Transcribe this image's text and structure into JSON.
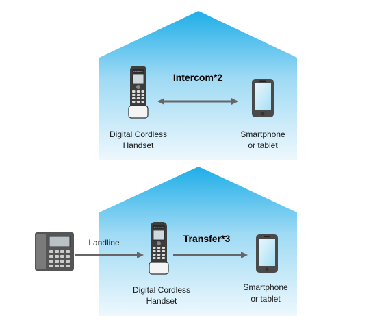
{
  "top_panel": {
    "title": "Intercom*2",
    "handset_label_line1": "Digital Cordless",
    "handset_label_line2": "Handset",
    "device_label_line1": "Smartphone",
    "device_label_line2": "or tablet"
  },
  "bottom_panel": {
    "title": "Transfer*3",
    "landline_label": "Landline",
    "handset_label_line1": "Digital Cordless",
    "handset_label_line2": "Handset",
    "device_label_line1": "Smartphone",
    "device_label_line2": "or tablet"
  },
  "colors": {
    "house_top": "#1eaee8",
    "house_bottom": "#eef8fd",
    "arrow": "#666666",
    "device_body": "#4a4a4a",
    "screen": "#a8dff3"
  }
}
